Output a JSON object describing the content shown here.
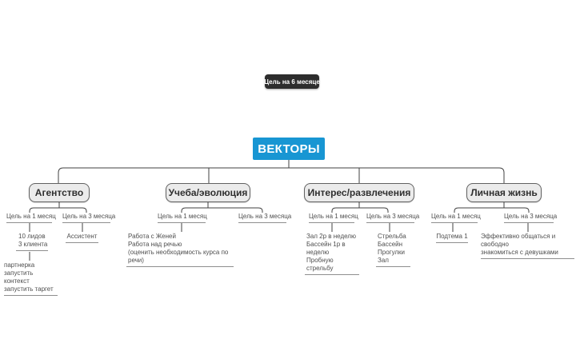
{
  "app": {
    "background": "#ffffff"
  },
  "palette": {
    "root_bg": "#1896d3",
    "floating_bg": "#2d2d2d",
    "branch_bg": "#ebebeb",
    "branch_border": "#616161",
    "connector_line": "#424242",
    "underline": "#8e8e8e",
    "text": "#4f4f4f"
  },
  "floating_node": {
    "label": "Цель на 6 месяце"
  },
  "root": {
    "label": "ВЕКТОРЫ"
  },
  "branches": [
    {
      "title": "Агентство",
      "goals": [
        {
          "label": "Цель на 1 месяц",
          "note": "10 лидов\n3 клиента",
          "subnote": "партнерка\nзапустить контекст\nзапустить таргет"
        },
        {
          "label": "Цель на 3 месяца",
          "note": "Ассистент"
        }
      ]
    },
    {
      "title": "Учеба/эволюция",
      "goals": [
        {
          "label": "Цель на 1 месяц",
          "note": "Работа  с Женей\nРабота над речью\n(оценить необходимость курса по речи)"
        },
        {
          "label": "Цель на 3 месяца"
        }
      ]
    },
    {
      "title": "Интерес/развлечения",
      "goals": [
        {
          "label": "Цель на 1 месяц",
          "note": "Зал 2р в неделю\nБассейн 1р в неделю\nПробную стрельбу"
        },
        {
          "label": "Цель на 3 месяца",
          "note": "Стрельба\nБассейн\nПрогулки\nЗал"
        }
      ]
    },
    {
      "title": "Личная жизнь",
      "goals": [
        {
          "label": "Цель на 1 месяц",
          "note": "Подтема 1"
        },
        {
          "label": "Цель на 3 месяца",
          "note": "Эффективно общаться и свободно\nзнакомиться с девушками"
        }
      ]
    }
  ]
}
